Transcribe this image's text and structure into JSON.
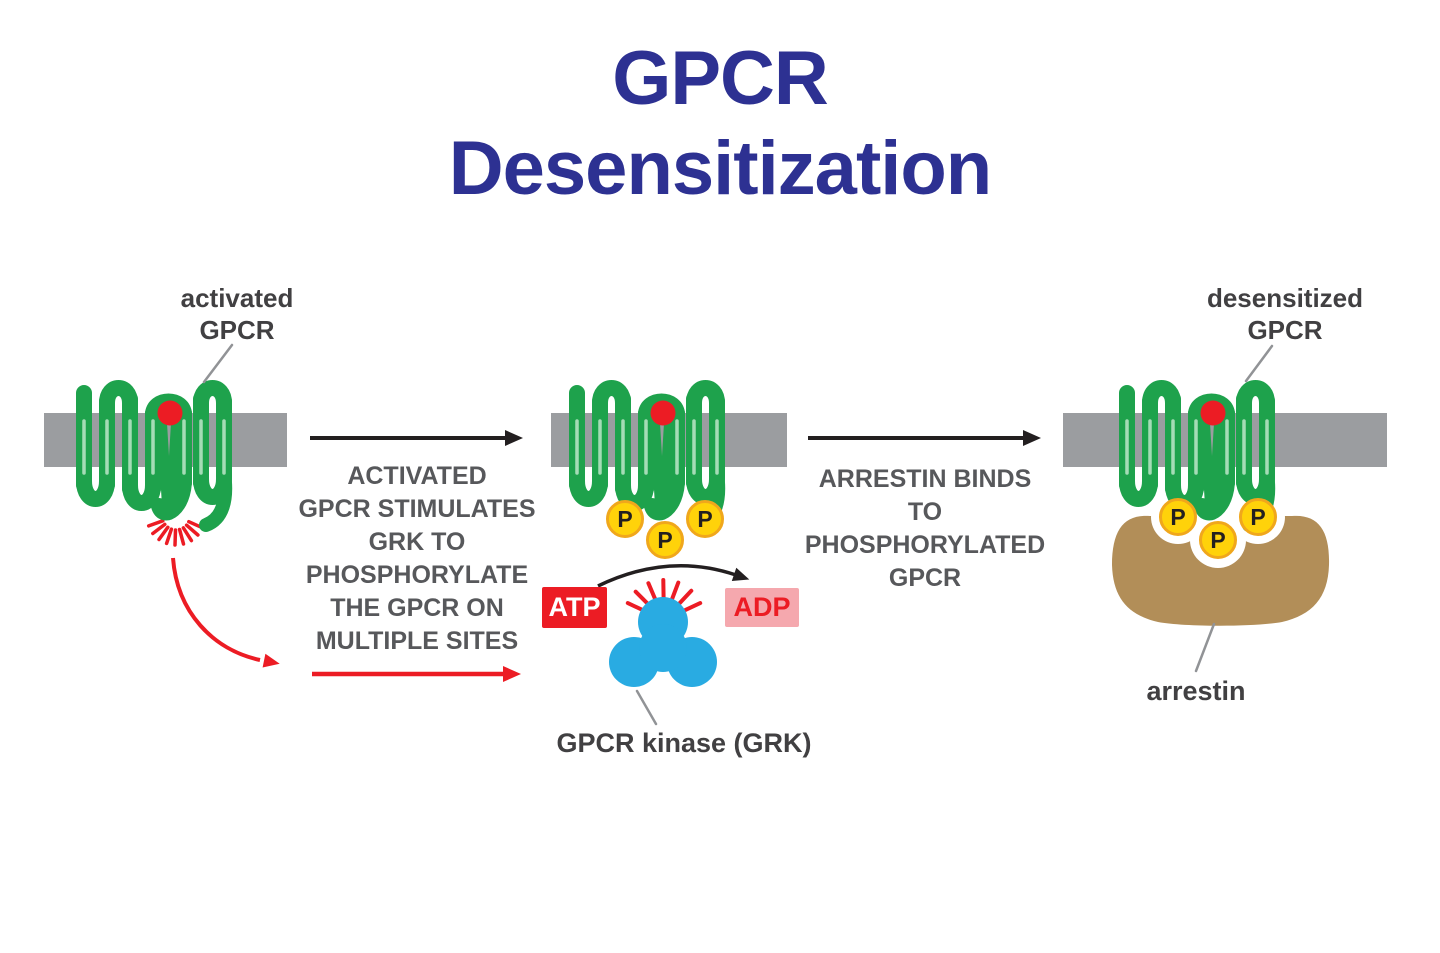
{
  "title": {
    "line1": "GPCR",
    "line2": "Desensitization"
  },
  "stage_labels": {
    "activated_line1": "activated",
    "activated_line2": "GPCR",
    "desensitized_line1": "desensitized",
    "desensitized_line2": "GPCR",
    "kinase": "GPCR kinase (GRK)",
    "arrestin": "arrestin"
  },
  "steps": {
    "step1": {
      "lines": [
        "ACTIVATED",
        "GPCR STIMULATES",
        "GRK TO",
        "PHOSPHORYLATE",
        "THE GPCR ON",
        "MULTIPLE SITES"
      ]
    },
    "step2": {
      "lines": [
        "ARRESTIN BINDS",
        "TO",
        "PHOSPHORYLATED",
        "GPCR"
      ]
    }
  },
  "molecules": {
    "atp": "ATP",
    "adp": "ADP",
    "phosphate": "P"
  },
  "colors": {
    "navy": "#2D3192",
    "green": "#1EA24C",
    "green_light": "#A5DCB6",
    "membrane_gray": "#9B9DA0",
    "red": "#EC1C24",
    "yellow": "#FFD20A",
    "yellow_rim": "#F0A71C",
    "blue": "#29ABE2",
    "tan": "#B28E58",
    "pink": "#F5A8AE",
    "text_dark": "#414042",
    "text_gray": "#57585B",
    "pointer_gray": "#919396",
    "arrow_black": "#231F20"
  }
}
